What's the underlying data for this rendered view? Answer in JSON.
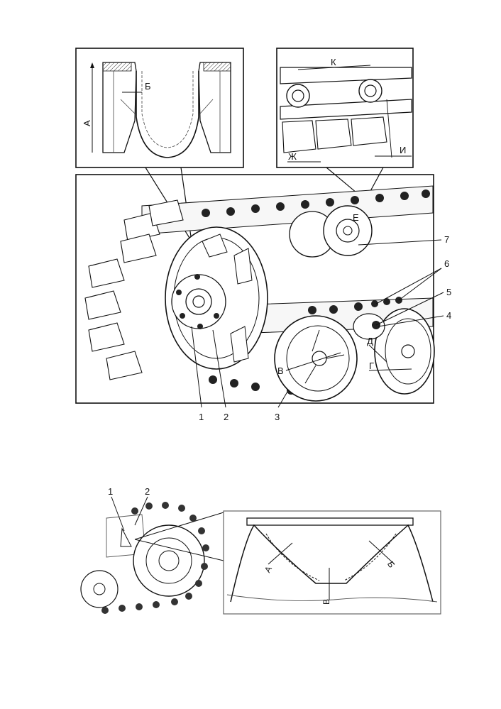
{
  "figure_top": {
    "callouts": [
      "1",
      "2",
      "3",
      "4",
      "5",
      "6",
      "7"
    ],
    "inset_left_letters": {
      "a": "А",
      "b": "Б"
    },
    "inset_right_letters": {
      "k": "К",
      "zh": "Ж",
      "i": "И"
    },
    "main_letters": {
      "e": "Е",
      "d": "Д",
      "v": "В",
      "g": "Г"
    }
  },
  "figure_bottom": {
    "callouts": [
      "1",
      "2"
    ],
    "inset_letters": {
      "a": "А",
      "b": "Б",
      "v": "В"
    }
  }
}
